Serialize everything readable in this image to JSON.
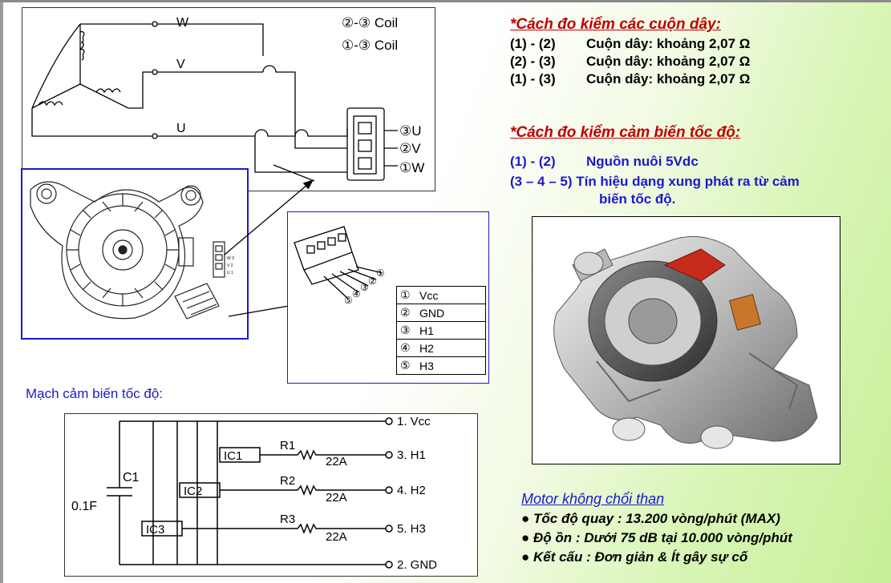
{
  "coil_diagram": {
    "legend": [
      "②-③  Coil",
      "①-③  Coil"
    ],
    "phases": [
      "W",
      "V",
      "U"
    ],
    "terminals": [
      "③U",
      "②V",
      "①W"
    ]
  },
  "motor_drawing": {
    "small_labels": [
      "W 3",
      "V 2",
      "U 1"
    ]
  },
  "connector_detail": {
    "pins": [
      {
        "num": "①",
        "name": "Vcc"
      },
      {
        "num": "②",
        "name": "GND"
      },
      {
        "num": "③",
        "name": "H1"
      },
      {
        "num": "④",
        "name": "H2"
      },
      {
        "num": "⑤",
        "name": "H3"
      }
    ],
    "pin_nums_diag": [
      "①",
      "②",
      "③",
      "④",
      "⑤"
    ]
  },
  "sensor_circuit": {
    "caption": "Mạch cảm biến tốc độ:",
    "c1_label": "C1",
    "c1_value": "0.1F",
    "ics": [
      "IC1",
      "IC2",
      "IC3"
    ],
    "resistors": [
      {
        "name": "R1",
        "value": "22A"
      },
      {
        "name": "R2",
        "value": "22A"
      },
      {
        "name": "R3",
        "value": "22A"
      }
    ],
    "outputs": [
      "1. Vcc",
      "3. H1",
      "4. H2",
      "5. H3",
      "2. GND"
    ]
  },
  "coil_check": {
    "title": "*Cách đo kiểm các cuộn dây:",
    "rows": [
      {
        "pins": "(1) - (2)",
        "desc": "Cuộn dây: khoảng 2,07 Ω"
      },
      {
        "pins": "(2) - (3)",
        "desc": "Cuộn dây: khoảng 2,07 Ω"
      },
      {
        "pins": "(1) - (3)",
        "desc": "Cuộn dây: khoảng 2,07 Ω"
      }
    ]
  },
  "speed_check": {
    "title": "*Cách đo kiểm cảm biến tốc độ:",
    "row1_pins": "(1) - (2)",
    "row1_desc": "Nguồn nuôi 5Vdc",
    "row2_line1": "(3 – 4 – 5) Tín hiệu dạng xung phát ra từ cảm",
    "row2_line2": "biến tốc độ."
  },
  "motor_info": {
    "title": "Motor không chổi than",
    "features": [
      "● Tốc độ quay : 13.200 vòng/phút (MAX)",
      "● Độ ồn : Dưới 75 dB tại 10.000 vòng/phút",
      "● Kết cấu : Đơn giản & Ít gây sự cố"
    ]
  },
  "colors": {
    "heading": "#c00000",
    "blue_text": "#1a1acc",
    "frame_blue": "#1a1acc"
  }
}
